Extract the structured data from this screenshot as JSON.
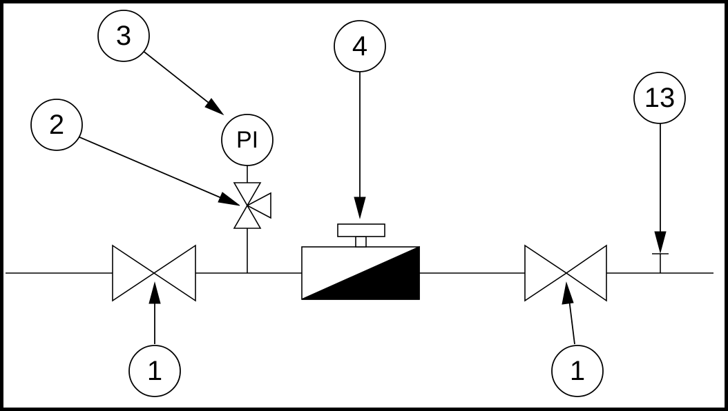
{
  "diagram": {
    "instrument": {
      "label": "PI"
    },
    "callouts": [
      {
        "id": "callout-3",
        "label": "3"
      },
      {
        "id": "callout-4",
        "label": "4"
      },
      {
        "id": "callout-2",
        "label": "2"
      },
      {
        "id": "callout-13",
        "label": "13"
      },
      {
        "id": "callout-1-left",
        "label": "1"
      },
      {
        "id": "callout-1-right",
        "label": "1"
      }
    ]
  }
}
